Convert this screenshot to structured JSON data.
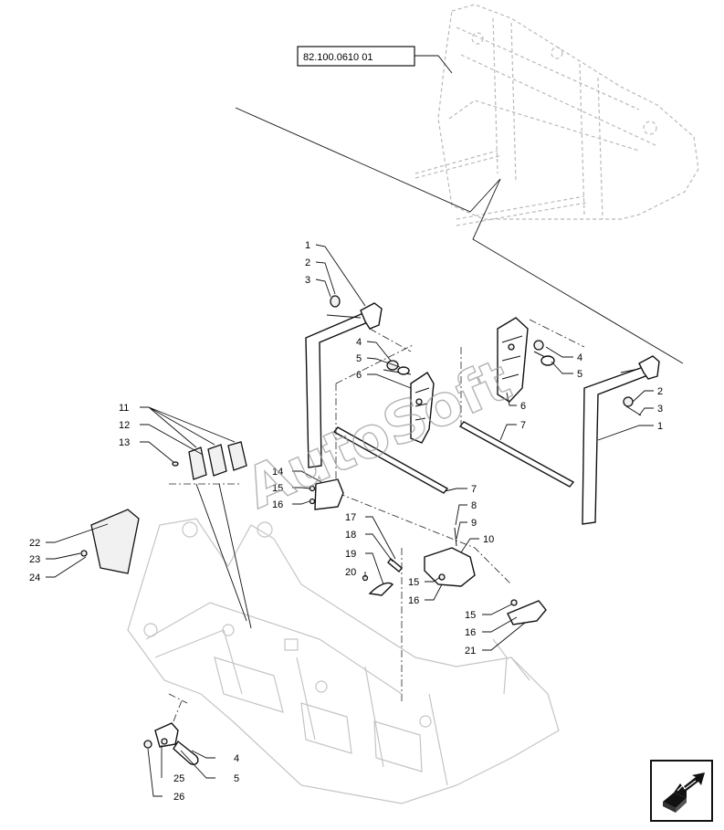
{
  "reference_label": "82.100.0610 01",
  "watermark": "AutoSoft",
  "callouts": {
    "c1_top": "1",
    "c2_top": "2",
    "c3_top": "3",
    "c4_mid": "4",
    "c5_mid": "5",
    "c6_mid": "6",
    "c4_right": "4",
    "c5_right": "5",
    "c6_right": "6",
    "c7_right": "7",
    "c2_right": "2",
    "c3_right": "3",
    "c1_right": "1",
    "c11": "11",
    "c12": "12",
    "c13": "13",
    "c14": "14",
    "c15_left": "15",
    "c16_left": "16",
    "c7_low": "7",
    "c8": "8",
    "c9": "9",
    "c10": "10",
    "c17": "17",
    "c18": "18",
    "c19": "19",
    "c20": "20",
    "c15_mid": "15",
    "c16_mid": "16",
    "c15_low": "15",
    "c16_low": "16",
    "c21": "21",
    "c22": "22",
    "c23": "23",
    "c24": "24",
    "c4_bottom": "4",
    "c5_bottom": "5",
    "c25": "25",
    "c26": "26"
  },
  "nav_icon": "next-page-arrow-icon"
}
